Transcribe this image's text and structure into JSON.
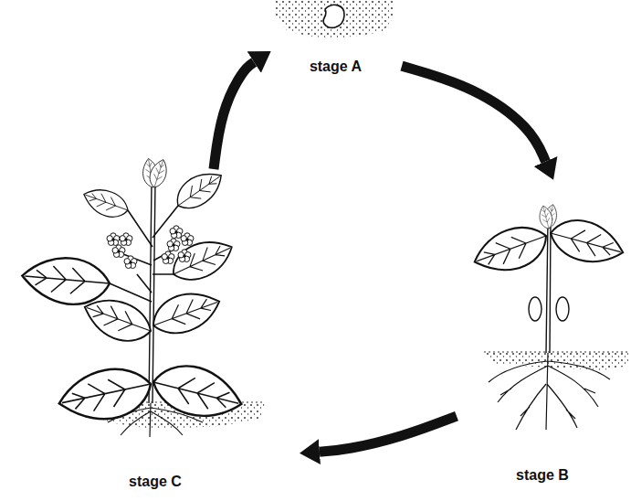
{
  "diagram": {
    "nodes": [
      {
        "text": [
          "stage A"
        ]
      },
      {
        "text": [
          "stage B"
        ]
      },
      {
        "text": [
          "stage C"
        ]
      }
    ],
    "edges": [
      {
        "from": 0,
        "to": 1,
        "arrow": "to"
      },
      {
        "from": 1,
        "to": 2,
        "arrow": "to"
      },
      {
        "from": 2,
        "to": 0,
        "arrow": "to"
      }
    ]
  }
}
